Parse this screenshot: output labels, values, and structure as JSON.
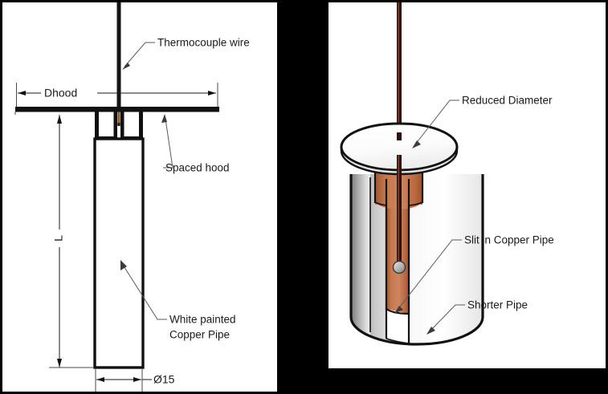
{
  "figure": {
    "background_color": "#000000",
    "panel_background": "#ffffff"
  },
  "left_panel": {
    "name": "cross-section-schematic",
    "labels": {
      "thermocouple_wire": "Thermocouple wire",
      "spaced_hood": "Spaced hood",
      "white_painted_copper_pipe_line1": "White painted",
      "white_painted_copper_pipe_line2": "Copper Pipe"
    },
    "dimensions": {
      "hood_diameter": "Dhood",
      "length": "L",
      "pipe_diameter": "Ø15"
    },
    "colors": {
      "outline": "#111111",
      "wire": "#8a5a2b",
      "pipe_fill": "#ffffff",
      "leader": "#5a5a5a"
    }
  },
  "right_panel": {
    "name": "isometric-render",
    "labels": {
      "reduced_diameter": "Reduced Diameter",
      "slit_in_copper_pipe": "Slit in Copper Pipe",
      "shorter_pipe": "Shorter Pipe"
    },
    "colors": {
      "copper": "#c0714a",
      "copper_shade": "#a85c38",
      "copper_light": "#cf8a63",
      "pipe_white": "#fdfdfd",
      "pipe_gray": "#9a9a9a",
      "pipe_gray_dark": "#7e7e7e",
      "hood_top": "#ffffff",
      "wire_dark": "#2b1410",
      "wire_highlight": "#8a4a38",
      "bead": "#b8b8b8",
      "outline": "#111111"
    }
  }
}
